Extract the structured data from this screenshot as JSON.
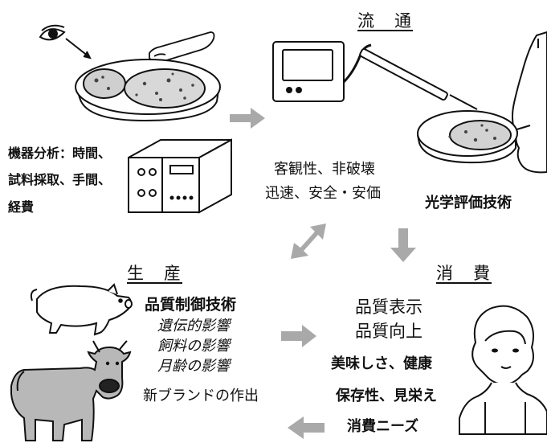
{
  "headings": {
    "distribution": "流　通",
    "production": "生　産",
    "consumption": "消　費"
  },
  "instrument_analysis": {
    "line1": "機器分析：時間、",
    "line2": "試料採取、手間、",
    "line3": "経費"
  },
  "optical": {
    "line1": "客観性、非破壊",
    "line2": "迅速、安全・安価",
    "label": "光学評価技術"
  },
  "production_items": {
    "title": "品質制御技術",
    "items": [
      "遺伝的影響",
      "飼料の影響",
      "月齢の影響"
    ],
    "brand": "新ブランドの作出"
  },
  "consumption_items": {
    "line1": "品質表示",
    "line2": "品質向上",
    "line3": "美味しさ、健康",
    "line4": "保存性、見栄え",
    "needs": "消費ニーズ"
  },
  "colors": {
    "arrow": "#a9a9a9",
    "ink": "#111111"
  }
}
